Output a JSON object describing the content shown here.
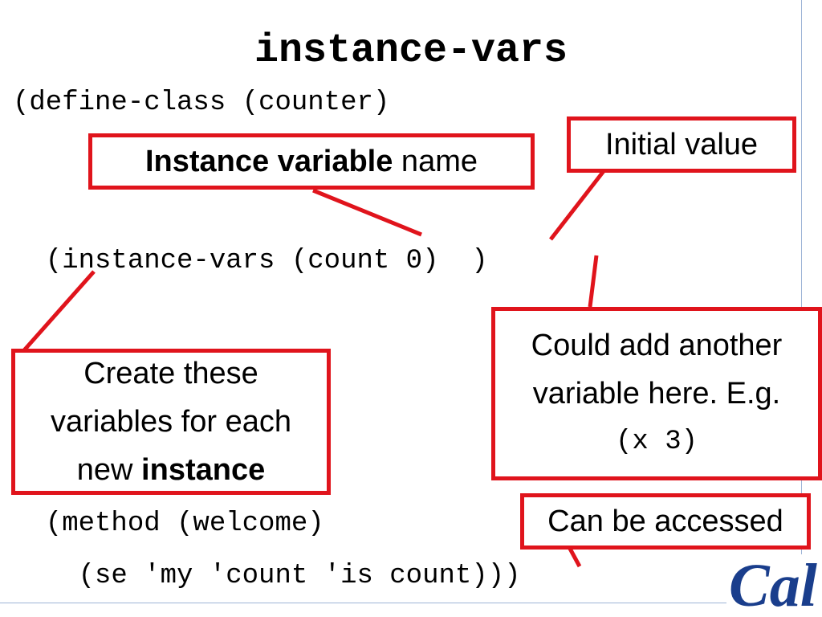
{
  "title": "instance-vars",
  "code": {
    "line1": "(define-class (counter)",
    "line2": "  (instance-vars (count 0)  )",
    "line3": "  (method (welcome)",
    "line4": "    (se 'my 'count 'is count)))"
  },
  "callouts": {
    "name": {
      "bold": "Instance variable",
      "rest": " name"
    },
    "initial": {
      "text": "Initial value"
    },
    "another": {
      "line1": "Could add another",
      "line2": "variable here. E.g.",
      "code": "(x 3)"
    },
    "create": {
      "line1": "Create these",
      "line2": "variables for each",
      "line3_plain": "new ",
      "line3_bold": "instance"
    },
    "access": {
      "text": "Can be accessed"
    }
  },
  "logo": {
    "text": "Cal",
    "color": "#1a3e8c"
  },
  "colors": {
    "accent": "#e0141c",
    "rule": "#9db4d6"
  }
}
